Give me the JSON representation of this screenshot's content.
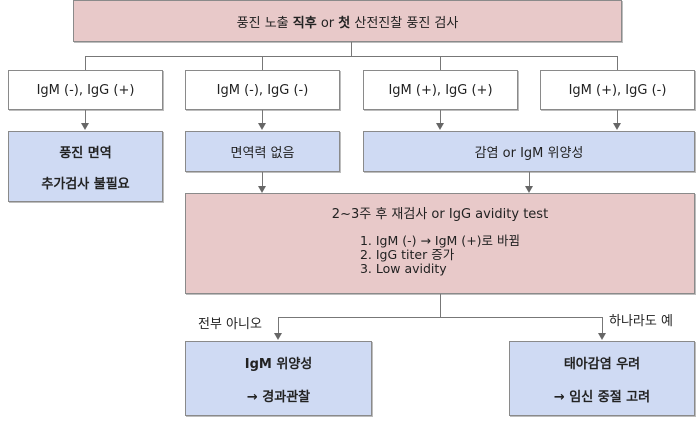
{
  "top": {
    "text_parts": [
      "풍진 노출 ",
      "직후",
      " or ",
      "첫",
      " 산전진찰 풍진 검사"
    ]
  },
  "results": [
    {
      "label": "IgM (-), IgG (+)"
    },
    {
      "label": "IgM (-), IgG (-)"
    },
    {
      "label": "IgM (+), IgG (+)"
    },
    {
      "label": "IgM (+), IgG (-)"
    }
  ],
  "interpretations": {
    "immune": {
      "line1": "풍진 면역",
      "line2": "추가검사 불필요"
    },
    "no_immunity": {
      "label": "면역력 없음"
    },
    "infection": {
      "label": "감염 or IgM 위양성"
    }
  },
  "retest": {
    "title": "2~3주 후 재검사 or IgG avidity test",
    "criteria": [
      "1. IgM (-) → IgM (+)로 바뀜",
      "2. IgG titer 증가",
      "3. Low avidity"
    ]
  },
  "branches": {
    "no_label": "전부 아니오",
    "yes_label": "하나라도 예"
  },
  "outcomes": {
    "false_positive": {
      "line1": "IgM 위양성",
      "line2": "→ 경과관찰"
    },
    "fetal_infection": {
      "line1": "태아감염 우려",
      "line2": "→ 임신 중절 고려"
    }
  },
  "colors": {
    "pink": "#e8c9c9",
    "blue": "#cfdaf3",
    "border": "#8a8a8a"
  }
}
